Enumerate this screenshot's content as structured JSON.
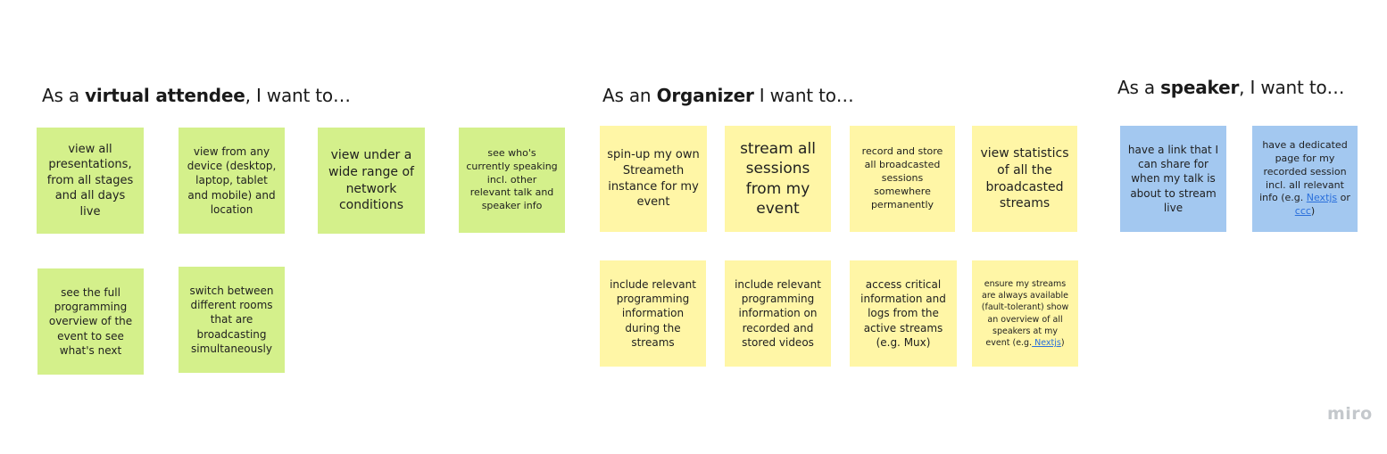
{
  "headings": {
    "attendee": {
      "pre": "As a ",
      "bold": "virtual attendee",
      "post": ", I want to…"
    },
    "organizer": {
      "pre": "As an ",
      "bold": "Organizer",
      "post": " I want to…"
    },
    "speaker": {
      "pre": "As a ",
      "bold": "speaker",
      "post": ", I want to…"
    }
  },
  "attendee_notes": [
    "view all presentations, from all stages and all days live",
    "view from any device (desktop, laptop, tablet and mobile) and location",
    "view under a wide range of network conditions",
    "see who's currently speaking incl. other relevant talk and speaker info",
    "see the full programming overview of the event to see what's next",
    "switch between different rooms that are broadcasting simultaneously"
  ],
  "organizer_notes": [
    "spin-up my own Streameth instance for my event",
    "stream all sessions from my event",
    "record and store all broadcasted sessions somewhere permanently",
    "view statistics of all the broadcasted streams",
    "include relevant programming information during the streams",
    "include relevant programming information on recorded and stored videos",
    "access critical information and logs from the active streams (e.g. Mux)",
    {
      "pre": "ensure my streams are always available (fault-tolerant) show an overview of all speakers at my event (e.g.",
      "link": " Nextjs",
      "post": ")"
    }
  ],
  "speaker_notes": [
    "have a link that I can share for when my talk is about to stream live",
    {
      "pre": "have a dedicated page for my recorded session incl. all relevant info (e.g. ",
      "link1": "Nextjs",
      "mid": " or ",
      "link2": "ccc",
      "post": ")"
    }
  ],
  "branding": {
    "logo_text": "miro"
  },
  "colors": {
    "green": "#d4f08b",
    "yellow": "#fff6a6",
    "blue": "#a3c8f0",
    "link": "#2a6fdb"
  }
}
